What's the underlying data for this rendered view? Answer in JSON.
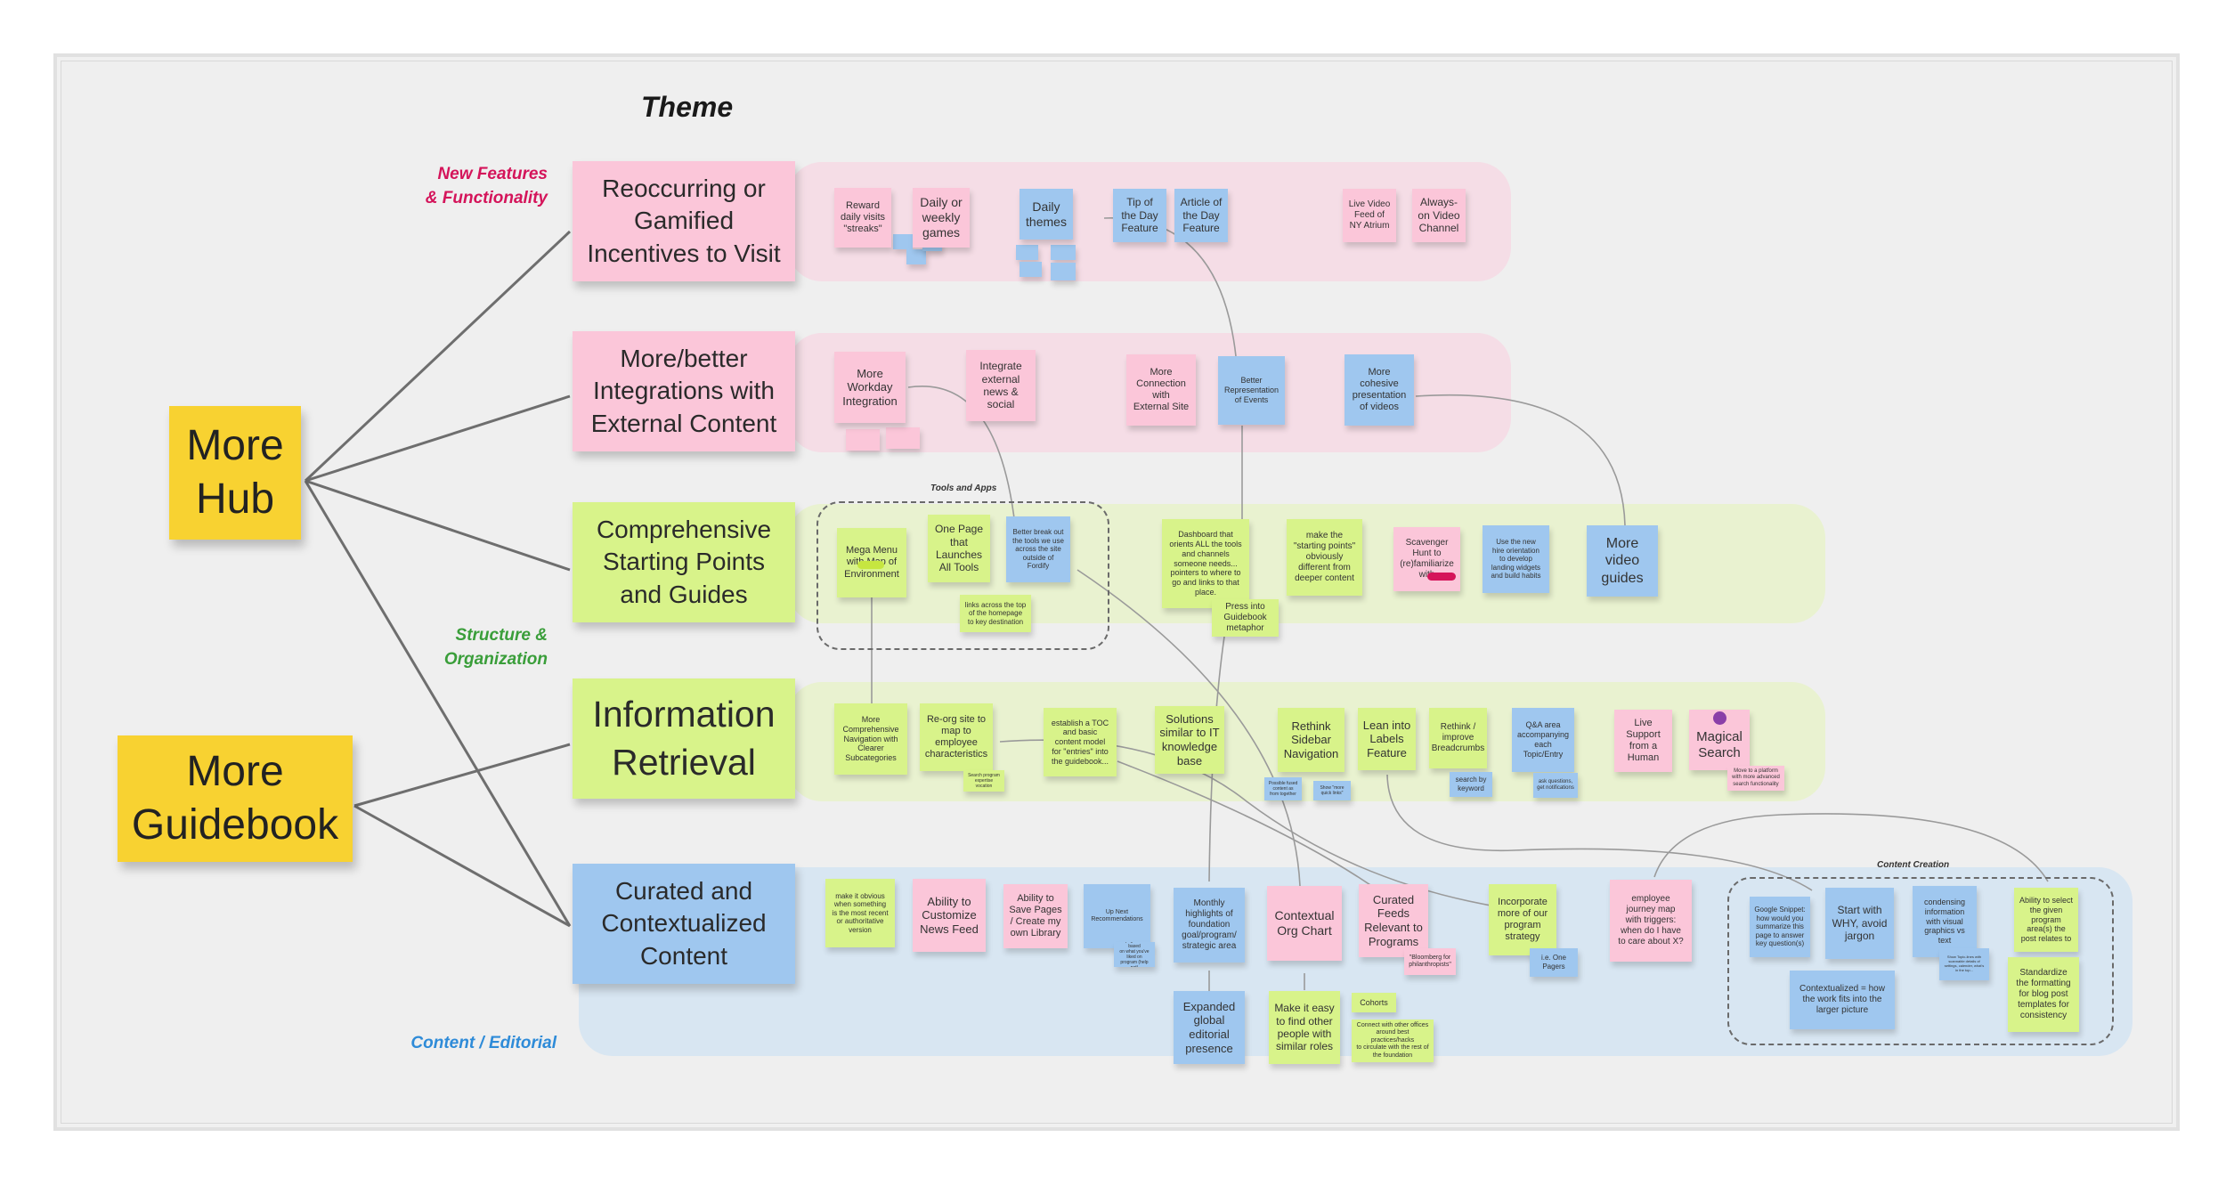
{
  "board": {
    "heading": "Theme",
    "categories": {
      "new_features": "New Features\n& Functionality",
      "structure": "Structure &\nOrganization",
      "content": "Content / Editorial"
    },
    "colors": {
      "pink_note": "#fbc6d9",
      "blue_note": "#9fc7ef",
      "green_note": "#d8f38a",
      "yellow_note": "#f8d231",
      "new_features_label": "#d4145a",
      "structure_label": "#3a9e3a",
      "content_label": "#2e8bd8"
    }
  },
  "roots": {
    "hub": "More\nHub",
    "guidebook": "More\nGuidebook"
  },
  "themes": {
    "gamified": "Reoccurring or\nGamified\nIncentives to Visit",
    "integrations": "More/better\nIntegrations with\nExternal Content",
    "starting": "Comprehensive\nStarting Points\nand Guides",
    "retrieval": "Information\nRetrieval",
    "curated": "Curated and\nContextualized\nContent"
  },
  "groups": {
    "tools": "Tools and Apps",
    "content_creation": "Content Creation"
  },
  "notes": {
    "reward_streaks": "Reward\ndaily visits\n\"streaks\"",
    "daily_weekly_games": "Daily or\nweekly\ngames",
    "daily_themes": "Daily\nthemes",
    "tip_of_day": "Tip of\nthe Day\nFeature",
    "article_of_day": "Article of\nthe Day\nFeature",
    "live_video_feed": "Live Video\nFeed of\nNY Atrium",
    "always_on_video": "Always-\non Video\nChannel",
    "more_workday": "More\nWorkday\nIntegration",
    "integrate_external_news": "Integrate\nexternal\nnews &\nsocial",
    "more_connection": "More\nConnection\nwith\nExternal Site",
    "better_events": "Better\nRepresentation\nof Events",
    "cohesive_videos": "More\ncohesive\npresentation\nof videos",
    "mega_menu": "Mega Menu\nwith Map of\nEnvironment",
    "one_page_tools": "One Page\nthat\nLaunches\nAll Tools",
    "break_out_tools": "Better break out\nthe tools we use\nacross the site\noutside of\nFordify",
    "links_top": "links across the top\nof the homepage\nto key destination",
    "dashboard_orients": "Dashboard that\norients ALL the tools\nand channels\nsomeone needs...\npointers to where to\ngo and links to that\nplace.",
    "press_guidebook": "Press into\nGuidebook\nmetaphor",
    "starting_points_different": "make the\n\"starting points\"\nobviously\ndifferent from\ndeeper content",
    "scavenger_hunt": "Scavenger\nHunt to\n(re)familiarize\nwith",
    "new_hire_orientation": "Use the new\nhire orientation\nto develop\nlanding widgets\nand build habits",
    "more_video_guides": "More\nvideo\nguides",
    "more_navigation": "More\nComprehensive\nNavigation with\nClearer\nSubcategories",
    "reorg_site": "Re-org site  to\nmap to\nemployee\ncharacteristics",
    "reorg_sub": "Search program\nexpertise\nvocation",
    "toc_content_model": "establish a TOC\nand basic\ncontent model\nfor \"entries\" into\nthe guidebook...",
    "solutions_it": "Solutions\nsimilar to IT\nknowledge\nbase",
    "sidebar_nav": "Rethink\nSidebar\nNavigation",
    "sidebar_sub1": "Possible fused\ncontent  as\nfrom together",
    "sidebar_sub2": "Show \"more\nquick links\"",
    "labels_feature": "Lean into\nLabels\nFeature",
    "breadcrumbs": "Rethink /\nimprove\nBreadcrumbs",
    "search_keyword": "search by\nkeyword",
    "qa_area": "Q&A area\naccompanying\neach\nTopic/Entry",
    "ask_questions": "ask questions,\nget notifications",
    "live_support": "Live\nSupport\nfrom a\nHuman",
    "magical_search": "Magical\nSearch",
    "magical_sub": "Move to a platform\nwith more advanced\nsearch functionality",
    "make_obvious": "make it obvious\nwhen something\nis the most recent\nor authoritative\nversion",
    "customize_feed": "Ability to\nCustomize\nNews Feed",
    "save_pages": "Ability to\nSave Pages\n/ Create my\nown Library",
    "up_next": "Up Next\nRecommendations",
    "up_next_sub": "IM page details based\non what you've liked on\nprogram (help net)",
    "monthly_highlights": "Monthly\nhighlights of\nfoundation\ngoal/program/\nstrategic area",
    "contextual_org": "Contextual\nOrg Chart",
    "curated_feeds": "Curated\nFeeds\nRelevant to\nPrograms",
    "bloomberg": "\"Bloomberg for\nphilanthropists\"",
    "incorporate_strategy": "Incorporate\nmore of our\nprogram\nstrategy",
    "one_pagers": "i.e. One\nPagers",
    "journey_map": "employee\njourney map\nwith triggers:\nwhen do I have\nto care about X?",
    "google_snippet": "Google Snippet:\nhow would you\nsummarize this\npage to answer\nkey question(s)",
    "start_why": "Start with\nWHY, avoid\njargon",
    "condensing_info": "condensing\ninformation\nwith visual\ngraphics vs\ntext",
    "condensing_sub": "Show Topic-lines with\nscannable details of\nsettings, calender, what's\nin the top...",
    "select_program": "Ability to select\nthe given\nprogram\narea(s) the\npost relates to",
    "contextualized_how": "Contextualized = how\nthe work fits into the\nlarger picture",
    "standardize_formatting": "Standardize\nthe formatting\nfor blog post\ntemplates for\nconsistency",
    "expanded_global": "Expanded\nglobal\neditorial\npresence",
    "find_others": "Make it easy\nto find other\npeople with\nsimilar roles",
    "cohorts": "Cohorts",
    "connect_offices": "Connect with other offices\naround best practices/hacks\nto circulate with the rest of\nthe foundation"
  }
}
